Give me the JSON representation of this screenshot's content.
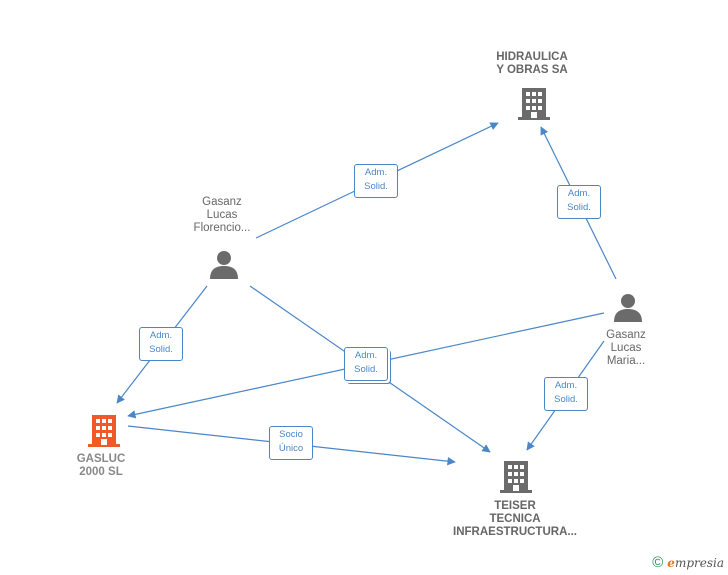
{
  "nodes": {
    "hidraulica": {
      "label": "HIDRAULICA\nY OBRAS SA",
      "kind": "company"
    },
    "gasanz_florencio": {
      "label": "Gasanz\nLucas\nFlorencio...",
      "kind": "person"
    },
    "gasanz_maria": {
      "label": "Gasanz\nLucas\nMaria...",
      "kind": "person"
    },
    "gasluc": {
      "label": "GASLUC\n2000  SL",
      "kind": "company-main"
    },
    "teiser": {
      "label": "TEISER\nTECNICA\nINFRAESTRUCTURA...",
      "kind": "company"
    }
  },
  "edges": [
    {
      "id": "e1",
      "from": "gasanz_florencio",
      "to": "hidraulica",
      "label": "Adm.\nSolid."
    },
    {
      "id": "e2",
      "from": "gasanz_maria",
      "to": "hidraulica",
      "label": "Adm.\nSolid."
    },
    {
      "id": "e3",
      "from": "gasanz_florencio",
      "to": "gasluc",
      "label": "Adm.\nSolid."
    },
    {
      "id": "e4",
      "from": "gasanz_florencio",
      "to": "teiser",
      "label": "Adm.\nSolid."
    },
    {
      "id": "e5",
      "from": "gasanz_maria",
      "to": "gasluc",
      "label": "Adm.\nSolid."
    },
    {
      "id": "e6",
      "from": "gasanz_maria",
      "to": "teiser",
      "label": "Adm.\nSolid."
    },
    {
      "id": "e7",
      "from": "gasluc",
      "to": "teiser",
      "label": "Socio\nÚnico"
    }
  ],
  "colors": {
    "edge": "#4a86c8",
    "icon_gray": "#6b6b6b",
    "icon_main": "#f05a28"
  },
  "footer": {
    "copyright": "©",
    "brand_initial": "e",
    "brand_rest": "mpresia"
  }
}
